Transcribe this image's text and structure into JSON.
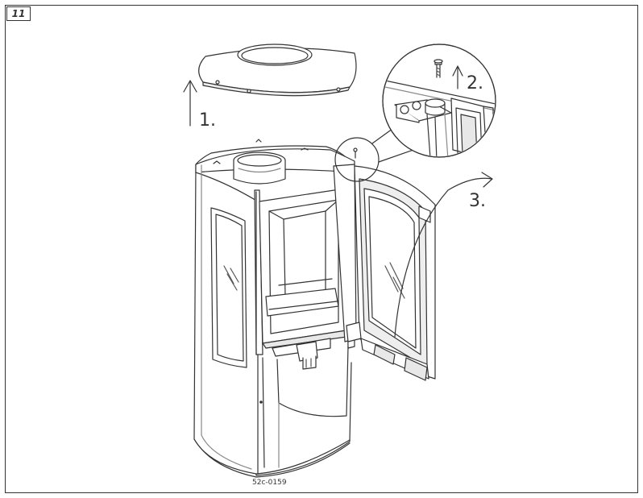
{
  "diagram": {
    "step_number": "11",
    "step_labels": [
      "1.",
      "2.",
      "3."
    ],
    "part_code": "52c-0159"
  },
  "colors": {
    "line": "#333333",
    "fill": "#ffffff",
    "shade": "#d9d9d9"
  }
}
